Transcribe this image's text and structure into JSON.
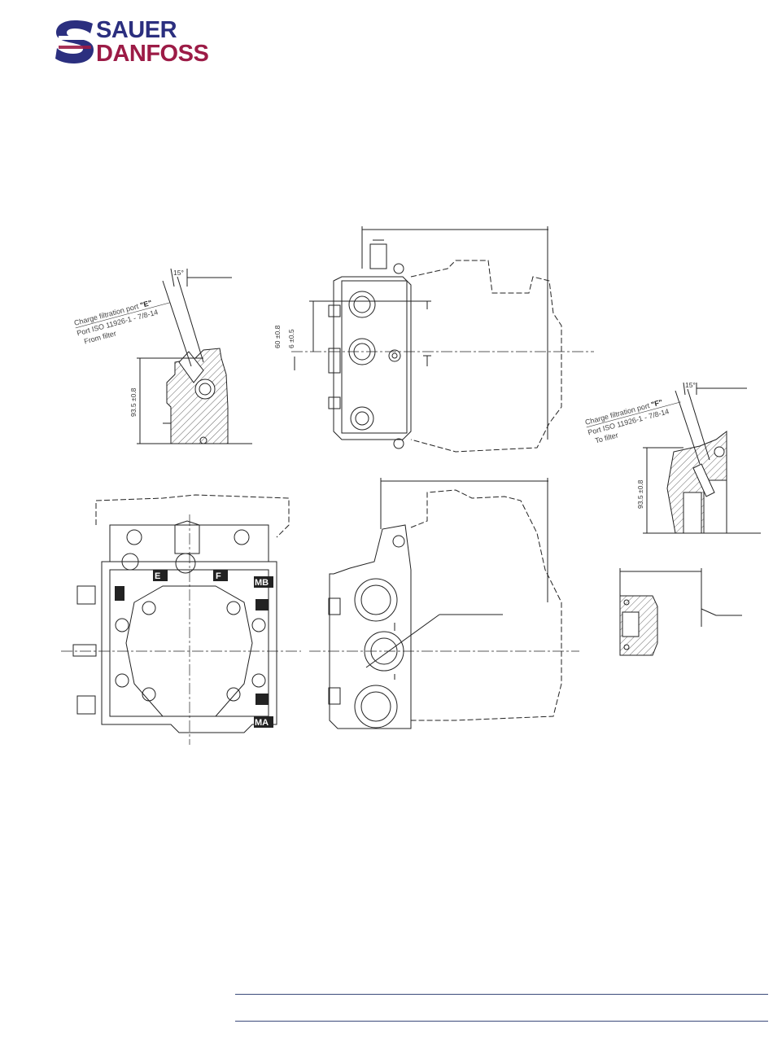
{
  "brand": {
    "line1": "SAUER",
    "line2": "DANFOSS",
    "color_blue": "#2b2f7f",
    "color_red": "#9c1b46"
  },
  "detail_e": {
    "angle": "15°",
    "title_prefix": "Charge filtration port ",
    "port_letter": "\"E\"",
    "spec": "Port ISO 11926-1 - 7/8-14",
    "direction": "From filter",
    "height_dim": "93.5 ±0.8"
  },
  "detail_f": {
    "angle": "15°",
    "title_prefix": "Charge filtration port ",
    "port_letter": "\"F\"",
    "spec": "Port ISO 11926-1 - 7/8-14",
    "direction": "To filter",
    "height_dim": "93.5 ±0.8"
  },
  "side_view": {
    "dim_outer": "60 ±0.8",
    "dim_inner": "6 ±0.5"
  },
  "front_view": {
    "port_labels": [
      "E",
      "F",
      "MB",
      "MA"
    ]
  }
}
